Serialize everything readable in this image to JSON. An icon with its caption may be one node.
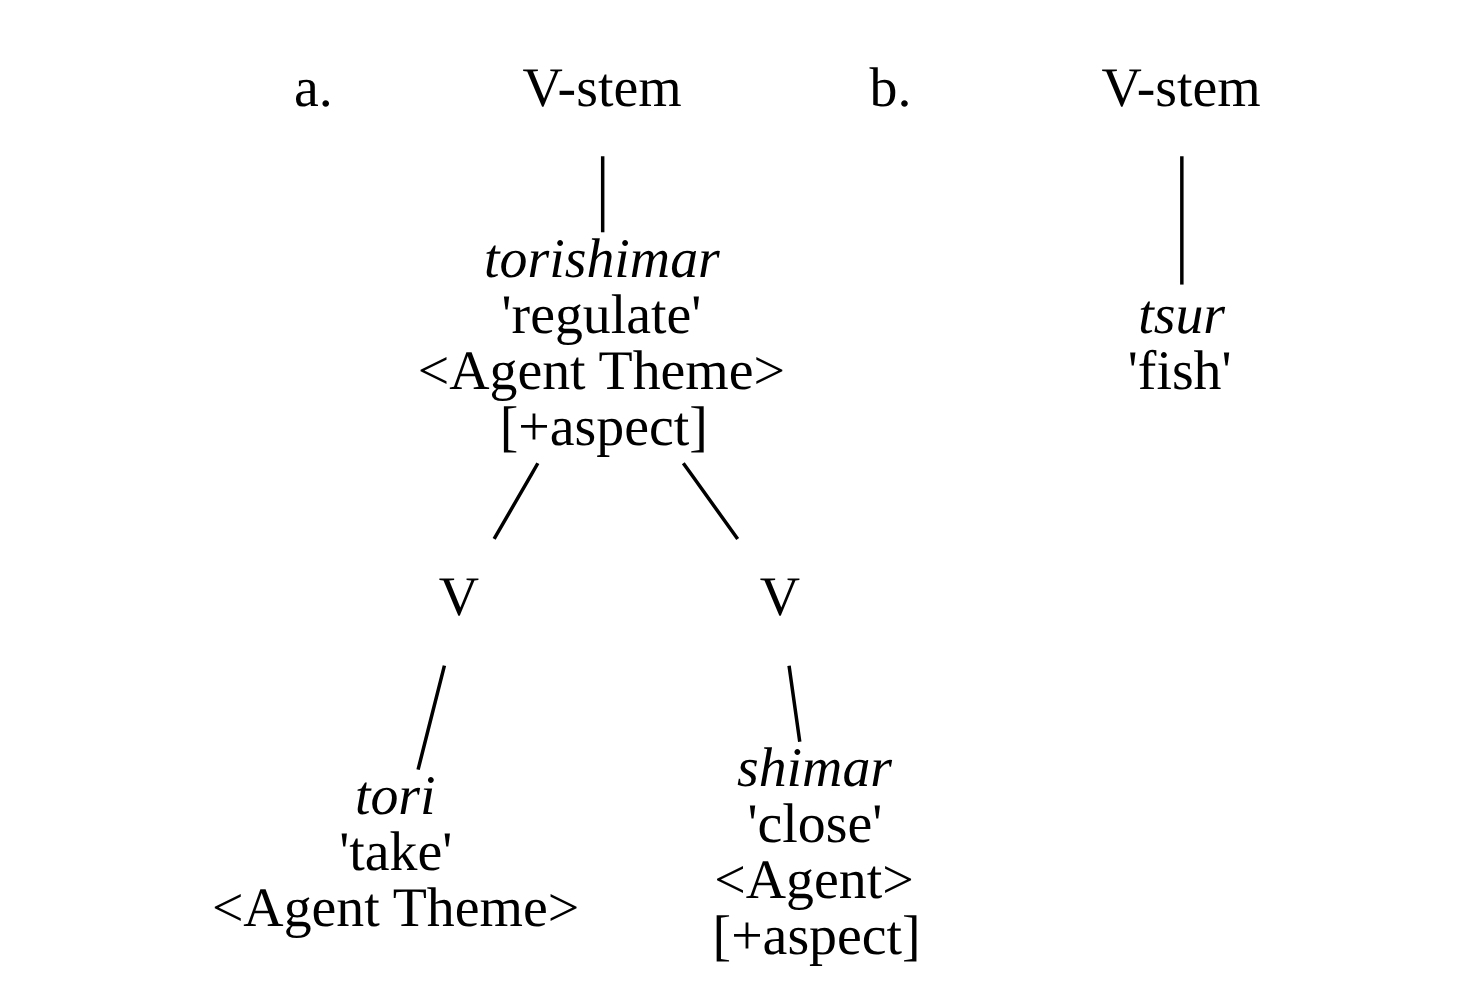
{
  "diagram": {
    "nodes": [
      {
        "text": [
          "V-stem"
        ]
      },
      {
        "text": [
          "torishimar",
          "'regulate'",
          "<Agent Theme>",
          "[+aspect]"
        ]
      },
      {
        "text": [
          "V"
        ]
      },
      {
        "text": [
          "tori",
          "'take'",
          "<Agent Theme>"
        ]
      },
      {
        "text": [
          "V"
        ]
      },
      {
        "text": [
          "shimar",
          "'close'",
          "<Agent>",
          "[+aspect]"
        ]
      },
      {
        "text": [
          "V-stem"
        ]
      },
      {
        "text": [
          "tsur",
          "'fish'"
        ]
      }
    ],
    "edges": [
      {
        "from": 0,
        "to": 1,
        "arrow": "none"
      },
      {
        "from": 1,
        "to": 2,
        "arrow": "none"
      },
      {
        "from": 1,
        "to": 4,
        "arrow": "none"
      },
      {
        "from": 2,
        "to": 3,
        "arrow": "none"
      },
      {
        "from": 4,
        "to": 5,
        "arrow": "none"
      },
      {
        "from": 6,
        "to": 7,
        "arrow": "none"
      }
    ],
    "labels": [
      "a.",
      "b."
    ]
  }
}
